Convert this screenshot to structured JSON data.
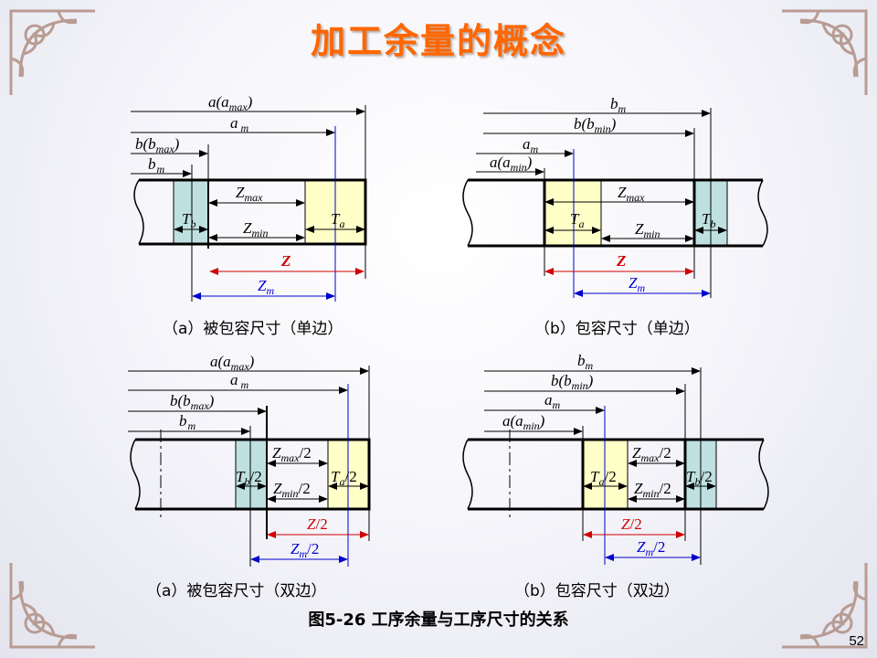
{
  "title": "加工余量的概念",
  "page_number": "52",
  "figure_caption": "图5-26  工序余量与工序尺寸的关系",
  "panels": {
    "a1": {
      "caption": "（a）被包容尺寸（单边）"
    },
    "b1": {
      "caption": "（b）包容尺寸（单边）"
    },
    "a2": {
      "caption": "（a）被包容尺寸（双边）"
    },
    "b2": {
      "caption": "（b）包容尺寸（双边）"
    }
  },
  "labels": {
    "a": "a",
    "a_max": "max",
    "a_min": "min",
    "a_m": "m",
    "b": "b",
    "b_max": "max",
    "b_min": "min",
    "b_m": "m",
    "Z": "Z",
    "Z_max": "max",
    "Z_min": "min",
    "Z_m": "m",
    "T": "T",
    "T_a": "a",
    "T_b": "b",
    "half": "/2"
  },
  "colors": {
    "title": "#ff6600",
    "tol_a_fill": "#ffffc8",
    "tol_b_fill": "#bfe0e0",
    "red_dim": "#d00000",
    "blue_dim": "#0000cc"
  }
}
